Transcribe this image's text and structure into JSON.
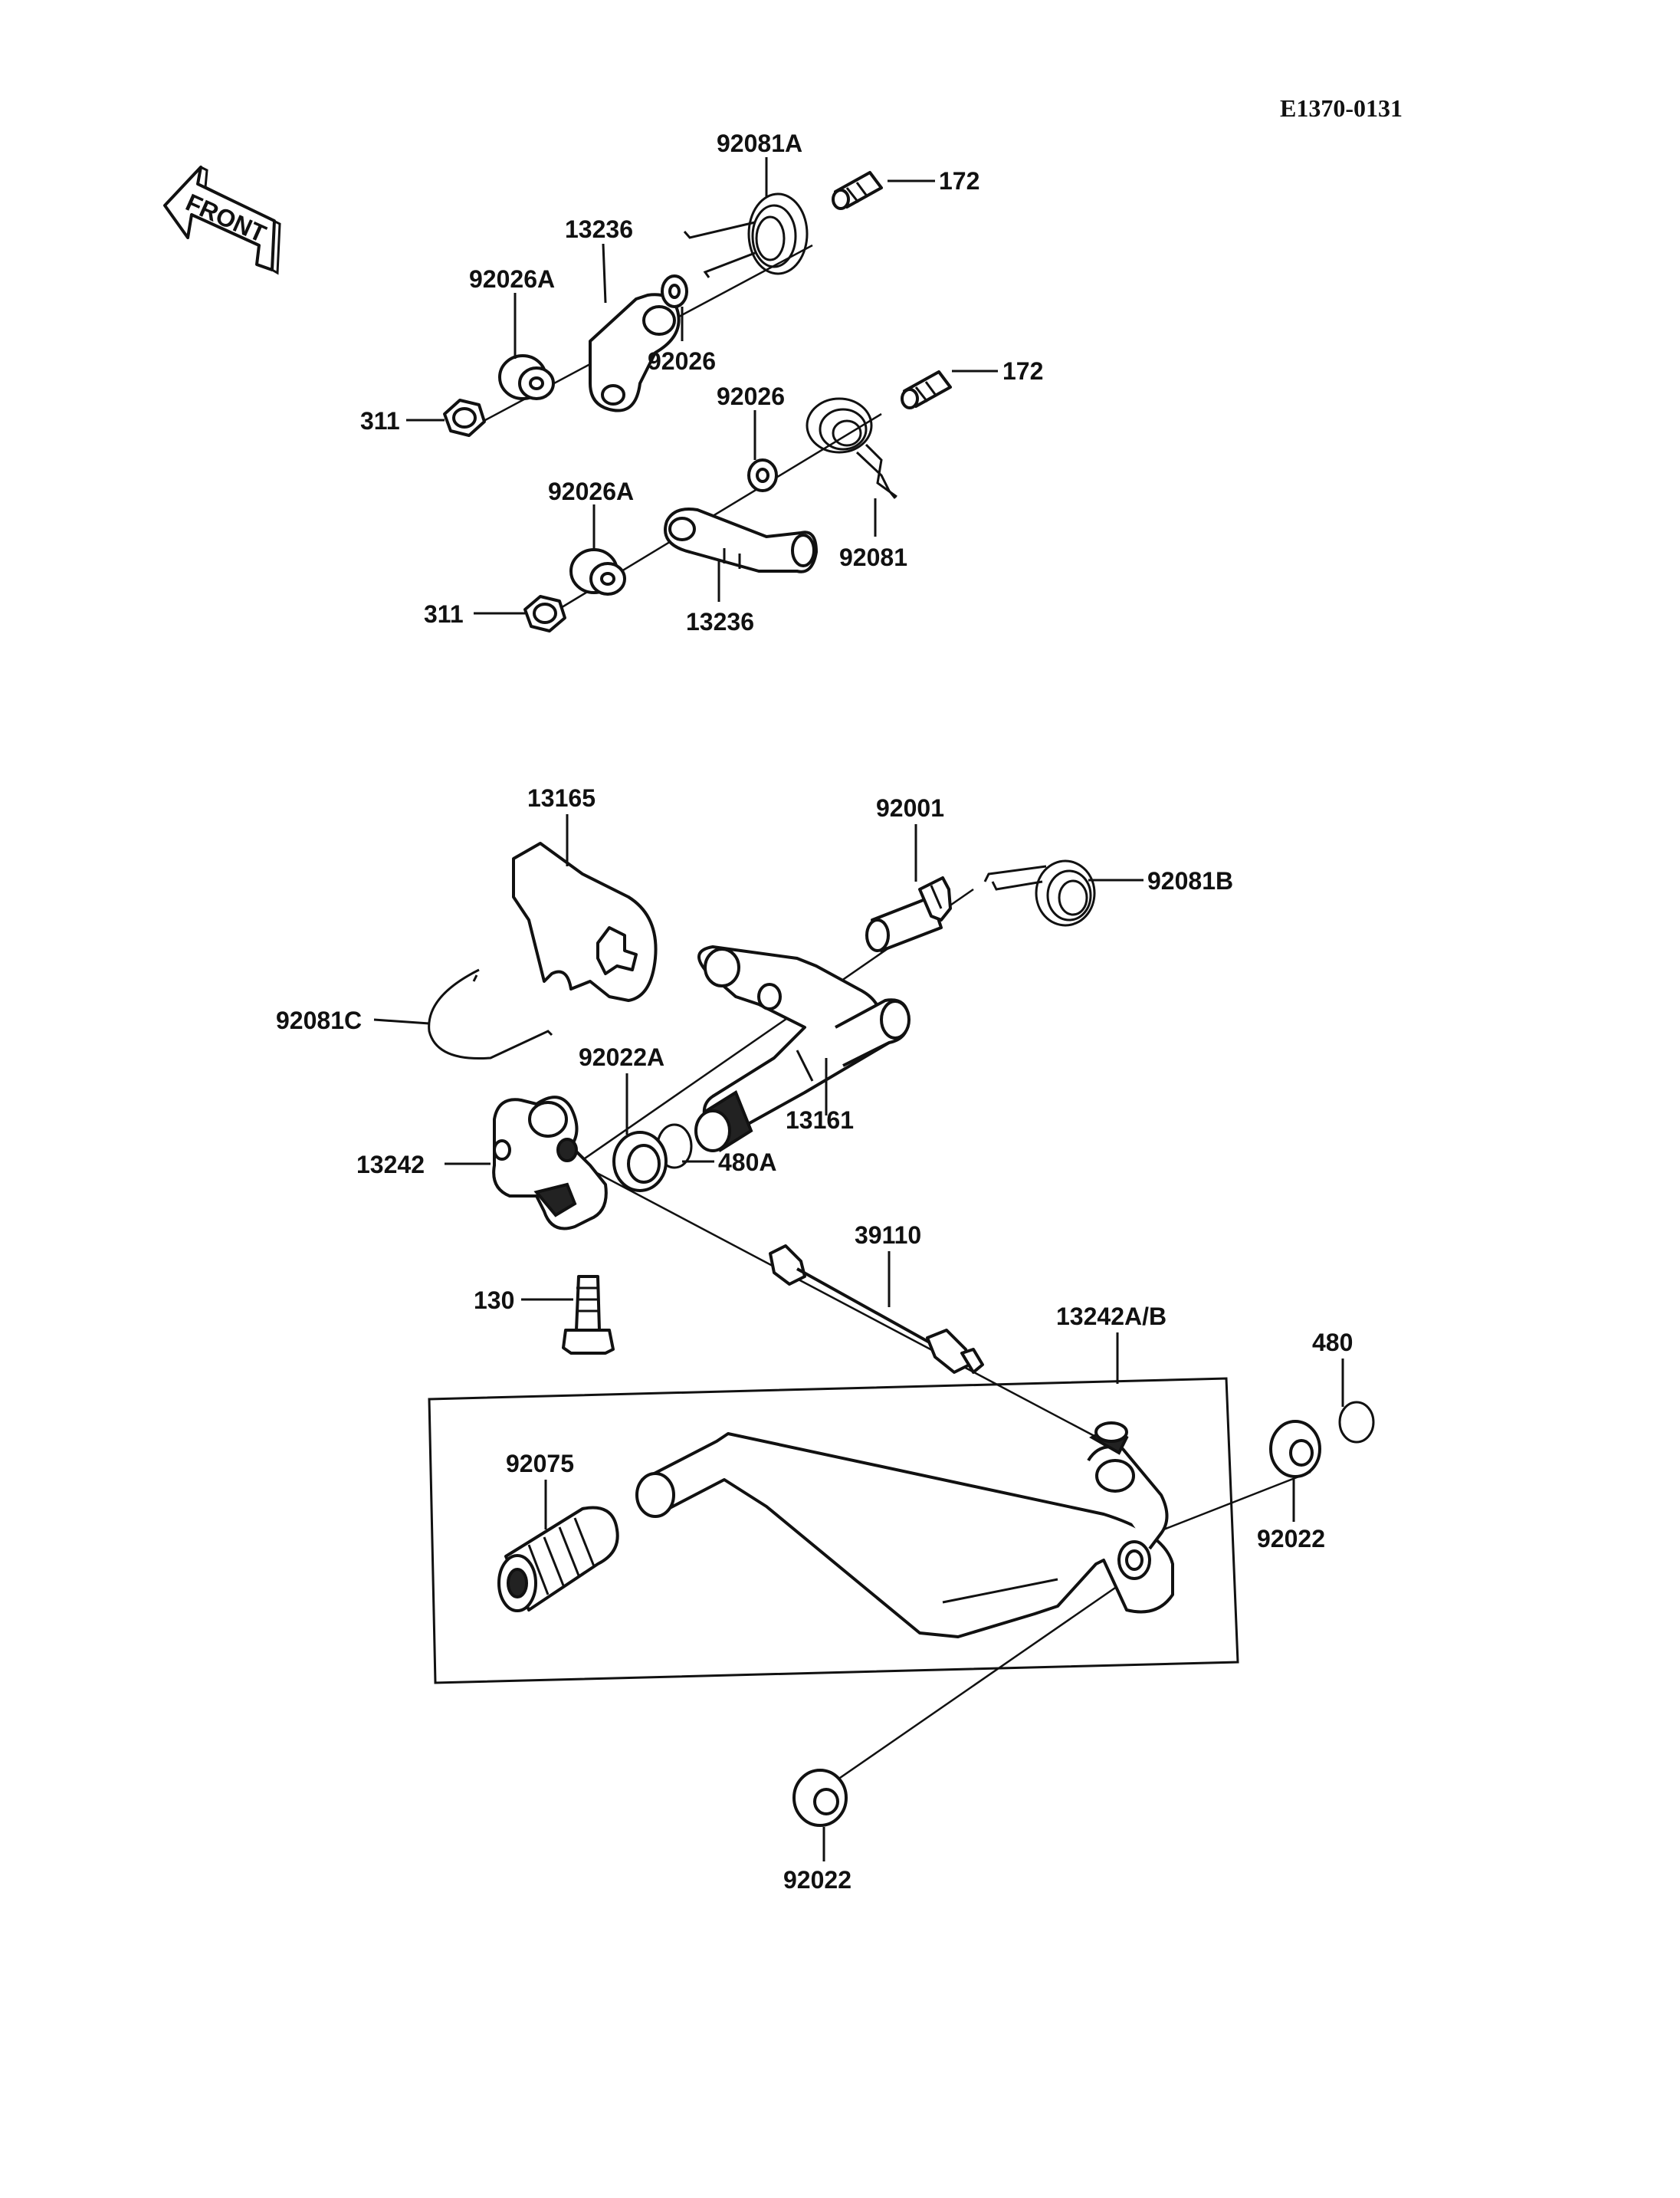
{
  "reference_code": "E1370-0131",
  "front_marker": "FRONT",
  "parts": [
    {
      "id": "p01",
      "number": "92081A"
    },
    {
      "id": "p02",
      "number": "172"
    },
    {
      "id": "p03",
      "number": "13236"
    },
    {
      "id": "p04",
      "number": "92026A"
    },
    {
      "id": "p05",
      "number": "92026"
    },
    {
      "id": "p06",
      "number": "311"
    },
    {
      "id": "p07",
      "number": "172"
    },
    {
      "id": "p08",
      "number": "92026"
    },
    {
      "id": "p09",
      "number": "92026A"
    },
    {
      "id": "p10",
      "number": "92081"
    },
    {
      "id": "p11",
      "number": "311"
    },
    {
      "id": "p12",
      "number": "13236"
    },
    {
      "id": "p13",
      "number": "13165"
    },
    {
      "id": "p14",
      "number": "92001"
    },
    {
      "id": "p15",
      "number": "92081B"
    },
    {
      "id": "p16",
      "number": "92081C"
    },
    {
      "id": "p17",
      "number": "92022A"
    },
    {
      "id": "p18",
      "number": "13161"
    },
    {
      "id": "p19",
      "number": "13242"
    },
    {
      "id": "p20",
      "number": "480A"
    },
    {
      "id": "p21",
      "number": "39110"
    },
    {
      "id": "p22",
      "number": "130"
    },
    {
      "id": "p23",
      "number": "13242A/B"
    },
    {
      "id": "p24",
      "number": "480"
    },
    {
      "id": "p25",
      "number": "92075"
    },
    {
      "id": "p26",
      "number": "92022"
    },
    {
      "id": "p27",
      "number": "92022"
    }
  ]
}
